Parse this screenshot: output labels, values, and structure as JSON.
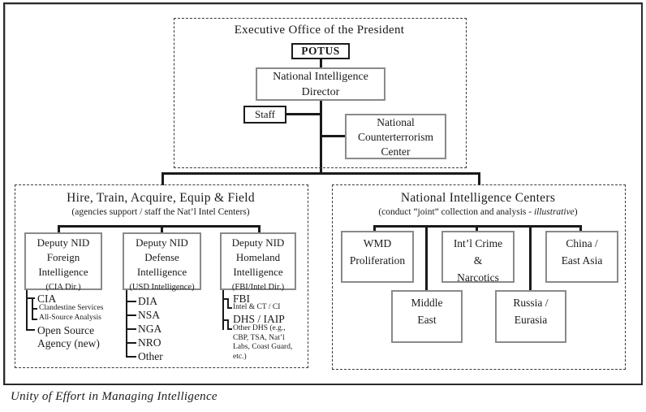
{
  "caption": "Unity of Effort in Managing Intelligence",
  "eop": {
    "title": "Executive Office of the President",
    "potus_label": "POTUS",
    "nid_lines": [
      "National Intelligence",
      "Director"
    ],
    "staff_label": "Staff",
    "nctc_lines": [
      "National",
      "Counterterrorism",
      "Center"
    ]
  },
  "agencies_panel": {
    "title": "Hire, Train, Acquire, Equip & Field",
    "subtitle": "(agencies support / staff the Nat’l Intel Centers)",
    "deputies": [
      {
        "lines": [
          "Deputy NID",
          "Foreign",
          "Intelligence"
        ],
        "detail": "(CIA Dir.)"
      },
      {
        "lines": [
          "Deputy NID",
          "Defense",
          "Intelligence"
        ],
        "detail": "(USD Intelligence)"
      },
      {
        "lines": [
          "Deputy NID",
          "Homeland",
          "Intelligence"
        ],
        "detail": "(FBI/Intel Dir.)"
      }
    ],
    "foreign_list": {
      "cia": "CIA",
      "cia_subs": [
        "Clandestine Services",
        "All-Source Analysis"
      ],
      "open_source": "Open Source Agency (new)"
    },
    "defense_list": [
      "DIA",
      "NSA",
      "NGA",
      "NRO",
      "Other"
    ],
    "homeland_list": {
      "fbi": "FBI",
      "fbi_sub": "Intel & CT / CI",
      "dhs": "DHS / IAIP",
      "dhs_sub": "Other DHS (e.g., CBP, TSA, Nat’l Labs, Coast Guard, etc.)"
    }
  },
  "centers_panel": {
    "title": "National Intelligence Centers",
    "subtitle_prefix": "(conduct “joint” collection and analysis - ",
    "subtitle_italic": "illustrative",
    "subtitle_suffix": ")",
    "centers": [
      {
        "lines": [
          "WMD",
          "Proliferation"
        ]
      },
      {
        "lines": [
          "Int’l Crime",
          "&",
          "Narcotics"
        ]
      },
      {
        "lines": [
          "China /",
          "East Asia"
        ]
      },
      {
        "lines": [
          "Middle",
          "East"
        ]
      },
      {
        "lines": [
          "Russia /",
          "Eurasia"
        ]
      }
    ]
  },
  "colors": {
    "line": "#1a1a1a",
    "box_border_gray": "#8a8a8a",
    "box_border_dark": "#1a1a1a"
  }
}
